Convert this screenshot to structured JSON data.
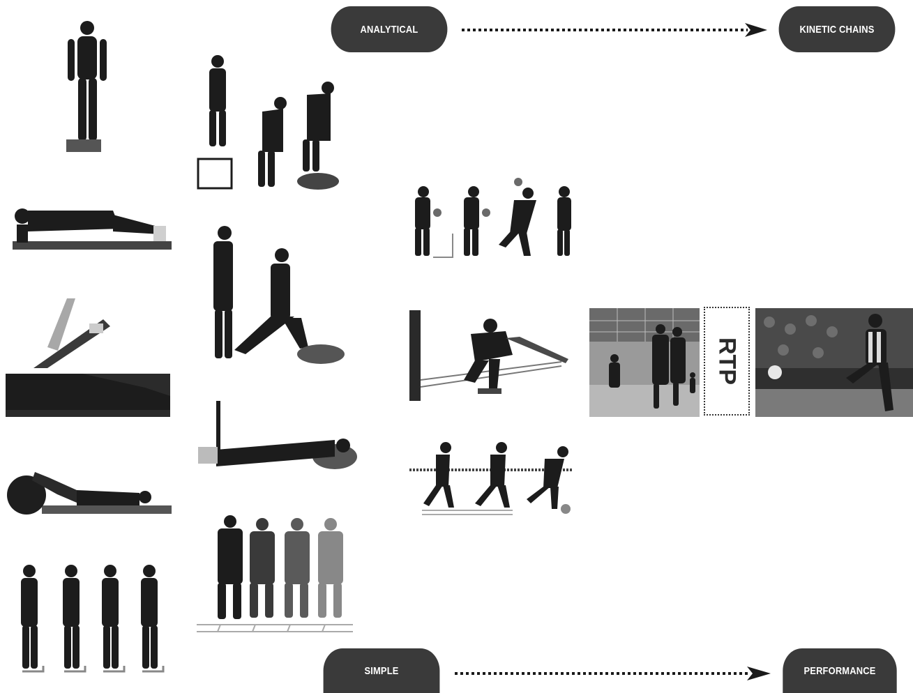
{
  "labels": {
    "analytical": "ANALYTICAL",
    "kinetic_chains": "KINETIC CHAINS",
    "simple": "SIMPLE",
    "performance": "PERFORMANCE",
    "rtp": "RTP"
  },
  "colors": {
    "pill_bg": "#3a3a3a",
    "pill_text": "#ffffff",
    "arrow": "#1a1a1a",
    "figure": "#1c1c1c",
    "photo_bg": "#8a8a8a"
  },
  "icons": {
    "arrow_head": "arrow-right-icon"
  }
}
